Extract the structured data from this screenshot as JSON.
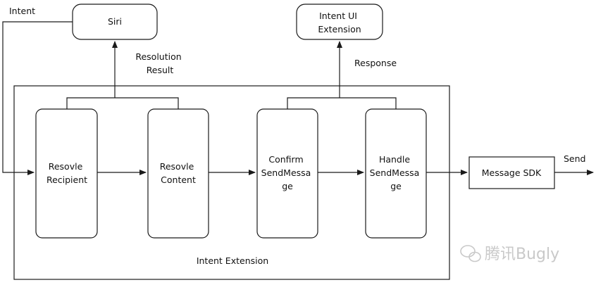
{
  "diagram": {
    "nodes": {
      "siri": {
        "label": "Siri"
      },
      "intent_ui_extension": {
        "lines": [
          "Intent UI",
          "Extension"
        ]
      },
      "resolve_recipient": {
        "lines": [
          "Resovle",
          "Recipient"
        ]
      },
      "resolve_content": {
        "lines": [
          "Resovle",
          "Content"
        ]
      },
      "confirm_send_message": {
        "lines": [
          "Confirm",
          "SendMessa",
          "ge"
        ]
      },
      "handle_send_message": {
        "lines": [
          "Handle",
          "SendMessa",
          "ge"
        ]
      },
      "message_sdk": {
        "label": "Message SDK"
      },
      "intent_extension": {
        "label": "Intent Extension"
      }
    },
    "edge_labels": {
      "intent": "Intent",
      "resolution_result": [
        "Resolution",
        "Result"
      ],
      "response": "Response",
      "send": "Send"
    },
    "watermark": "腾讯Bugly",
    "colors": {
      "stroke": "#1a1a1a",
      "text": "#111111",
      "watermark": "#c9c9c9"
    }
  }
}
